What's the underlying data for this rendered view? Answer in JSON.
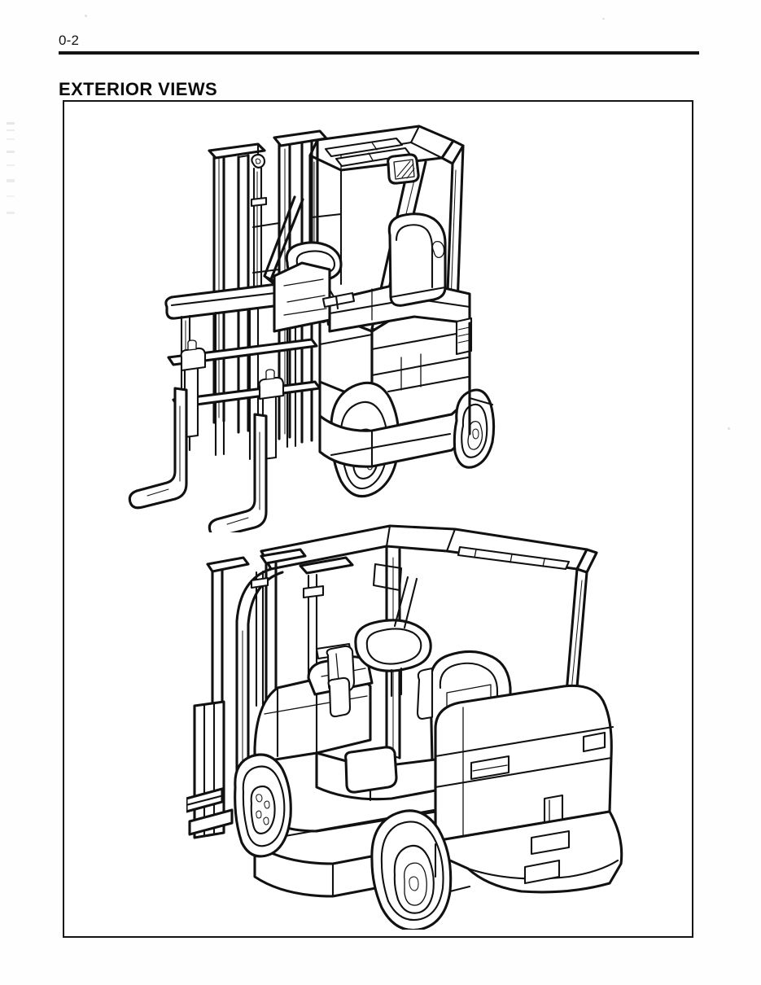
{
  "document": {
    "page_number": "0-2",
    "section_title": "EXTERIOR VIEWS"
  },
  "figure": {
    "caption": "",
    "illustrations": [
      {
        "id": "illustration-front",
        "name": "forklift-front-three-quarter-view",
        "subject": "counterbalanced forklift truck",
        "view": "front three-quarter left, forks lowered",
        "visible_components": [
          "mast",
          "lift chain and sheave",
          "load backrest",
          "fork carriage",
          "forks",
          "overhead guard",
          "rear-view mirror",
          "steering wheel",
          "operator seat",
          "front drive wheel",
          "rear steer wheel",
          "engine hood",
          "tilt cylinder"
        ]
      },
      {
        "id": "illustration-rear",
        "name": "forklift-rear-three-quarter-view",
        "subject": "counterbalanced forklift truck",
        "view": "rear three-quarter right, forks lowered",
        "visible_components": [
          "counterweight",
          "rear combination lamp",
          "tow pin",
          "overhead guard",
          "operator seat",
          "steering wheel",
          "control levers",
          "mast",
          "forks",
          "front drive wheel",
          "rear steer wheel",
          "engine hood"
        ]
      }
    ]
  },
  "colors": {
    "ink": "#111111",
    "paper": "#ffffff",
    "rule": "#141414"
  }
}
